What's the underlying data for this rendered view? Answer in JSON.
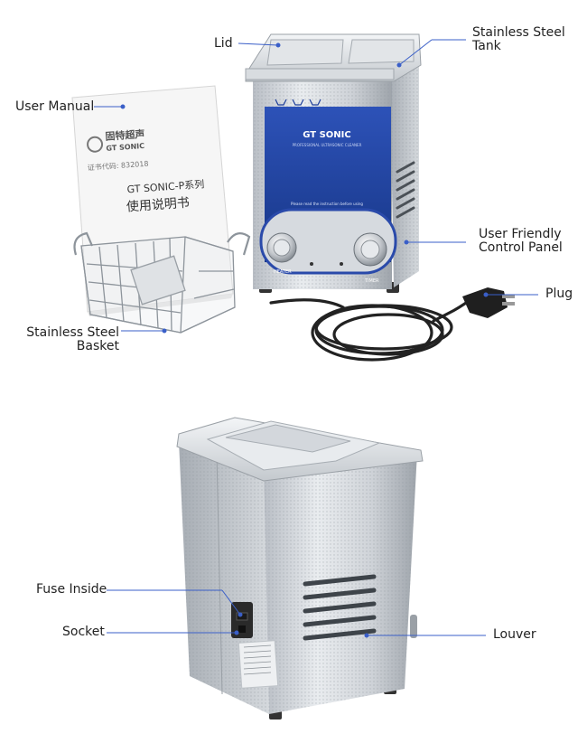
{
  "labels": {
    "lid": "Lid",
    "tank": [
      "Stainless Steel",
      "Tank"
    ],
    "manual": "User Manual",
    "panel": [
      "User Friendly",
      "Control Panel"
    ],
    "plug": "Plug",
    "basket": [
      "Stainless Steel",
      "Basket"
    ],
    "fuse": "Fuse Inside",
    "socket": "Socket",
    "louver": "Louver"
  },
  "device": {
    "brand": "GT SONIC",
    "tagline": "PROFESSIONAL ULTRASONIC CLEANER",
    "panel_note": "Please read the instruction before using",
    "heater": "HEATER",
    "timer": "TIMER"
  },
  "manual": {
    "logo_cn": "固特超声",
    "logo_en": "GT SONIC",
    "cert": "证书代码: 832018",
    "series": "GT SONIC-P系列",
    "title_cn": "使用说明书"
  },
  "colors": {
    "leader": "#3a5fc8",
    "panel_blue": "#1e3f9c",
    "steel": "#c9cdd2"
  }
}
